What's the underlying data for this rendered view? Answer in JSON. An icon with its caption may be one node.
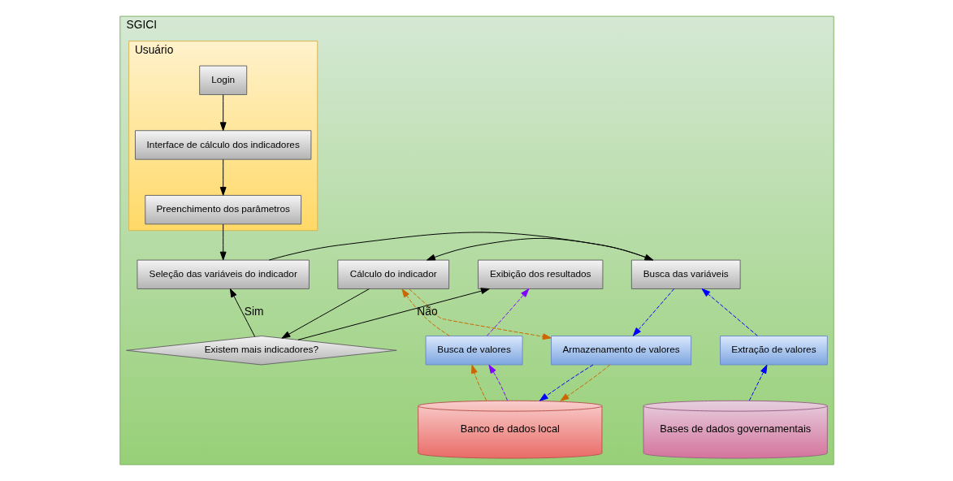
{
  "diagram": {
    "nodes": [
      {
        "text": [
          "SGICI"
        ]
      },
      {
        "text": [
          "Usuário"
        ],
        "in": 0
      },
      {
        "text": [
          "Login"
        ],
        "in": 1
      },
      {
        "text": [
          "Interface de cálculo dos indicadores"
        ],
        "in": 1
      },
      {
        "text": [
          "Preenchimento dos parâmetros"
        ],
        "in": 1
      },
      {
        "text": [
          "Bases de dados governamentais"
        ],
        "in": 0
      },
      {
        "text": [
          "Banco de dados local"
        ],
        "in": 0
      },
      {
        "text": [
          "Extração de valores"
        ],
        "in": 0
      },
      {
        "text": [
          "Armazenamento de valores"
        ],
        "in": 0
      },
      {
        "text": [
          "Busca de valores"
        ],
        "in": 0
      },
      {
        "text": [
          "Seleção das variáveis do indicador"
        ],
        "in": 0
      },
      {
        "text": [
          "Busca das variáveis"
        ],
        "in": 0
      },
      {
        "text": [
          "Cálculo do indicador"
        ],
        "in": 0
      },
      {
        "text": [
          "Exibição dos resultados"
        ],
        "in": 0
      },
      {
        "text": [
          "Existem mais indicadores?"
        ],
        "in": 0
      }
    ],
    "edges": [
      {
        "from": 2,
        "to": 3,
        "arrow": "to"
      },
      {
        "from": 3,
        "to": 4,
        "arrow": "to"
      },
      {
        "from": 4,
        "to": 10,
        "arrow": "to"
      },
      {
        "from": 5,
        "to": 7,
        "arrow": "to",
        "style": "dashed",
        "color": "#0000ff"
      },
      {
        "from": 7,
        "to": 11,
        "arrow": "to",
        "style": "dashed",
        "color": "#0000ff"
      },
      {
        "from": 11,
        "to": 8,
        "arrow": "to",
        "style": "dashed",
        "color": "#0000ff"
      },
      {
        "from": 8,
        "to": 6,
        "arrow": "to",
        "style": "dashed",
        "color": "#0000ff"
      },
      {
        "from": 12,
        "to": 8,
        "arrow": "to",
        "style": "dashed",
        "color": "#cc6600"
      },
      {
        "from": 8,
        "to": 6,
        "arrow": "to",
        "style": "dashed",
        "color": "#cc6600"
      },
      {
        "from": 6,
        "to": 9,
        "arrow": "to",
        "style": "dashed",
        "color": "#cc6600"
      },
      {
        "from": 6,
        "to": 9,
        "arrow": "to",
        "style": "dashed",
        "color": "#7f00ff"
      },
      {
        "from": 9,
        "to": 12,
        "arrow": "to",
        "style": "dashed",
        "color": "#cc6600"
      },
      {
        "from": 9,
        "to": 13,
        "arrow": "to",
        "style": "dashed",
        "color": "#7f00ff"
      },
      {
        "from": 10,
        "to": 11,
        "arrow": "to"
      },
      {
        "from": 11,
        "to": 12,
        "arrow": "to"
      },
      {
        "from": 12,
        "to": 14,
        "arrow": "to"
      },
      {
        "from": 14,
        "to": 10,
        "arrow": "to",
        "label": "Sim"
      },
      {
        "from": 14,
        "to": 13,
        "arrow": "to",
        "label": "Não"
      }
    ]
  }
}
